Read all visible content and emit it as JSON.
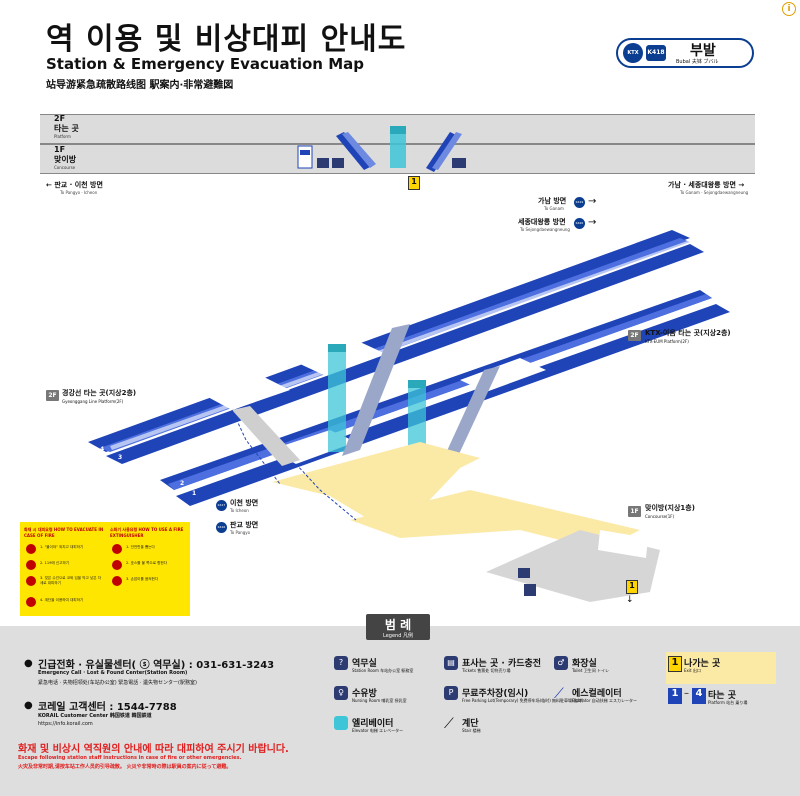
{
  "header": {
    "title_ko": "역 이용 및 비상대피 안내도",
    "title_en": "Station & Emergency Evacuation Map",
    "title_cn": "站导游紧急疏散路线图  駅案内·非常避難図",
    "info": "i"
  },
  "station": {
    "logo": "KTX",
    "code": "K418",
    "name": "부발",
    "sub": "Bubal  夫钵  ブバル"
  },
  "floors": {
    "f2_code": "2F",
    "f2_label": "타는 곳",
    "f2_sub": "Platform",
    "f1_code": "1F",
    "f1_label": "맞이방",
    "f1_sub": "Concourse"
  },
  "directions": {
    "left_label": "판교 · 이천 방면",
    "left_sub": "To Pangyo · Icheon",
    "right_label": "가남 · 세종대왕릉 방면",
    "right_sub": "To Ganam · Sejongdaewangneung",
    "ganam_label": "가남 방면",
    "ganam_sub": "To Ganam",
    "ganam_code": "K419",
    "sejong_label": "세종대왕릉 방면",
    "sejong_sub": "To Sejongdaewangneung",
    "sejong_code": "K420",
    "icheon_label": "이천 방면",
    "icheon_sub": "To Icheon",
    "icheon_code": "K417",
    "pangyo_label": "판교 방면",
    "pangyo_sub": "To Pangyo",
    "pangyo_code": "K416"
  },
  "platforms": {
    "ktx_code": "2F",
    "ktx_label": "KTX-이음 타는 곳(지상2층)",
    "ktx_sub": "KTX-EUM Platform(2F)",
    "gg_code": "2F",
    "gg_label": "경강선 타는 곳(지상2층)",
    "gg_sub": "Gyeonggang Line Platform(2F)",
    "conc_code": "1F",
    "conc_label": "맞이방(지상1층)",
    "conc_sub": "Concourse(1F)",
    "track_4": "4",
    "track_3": "3",
    "track_2": "2",
    "track_1": "1",
    "exit_1": "1"
  },
  "fire": {
    "left_head": "화재 시 대피요령  HOW TO EVACUATE IN CASE OF FIRE",
    "right_head": "소화기 사용요령  HOW TO USE A FIRE EXTINGUISHER",
    "steps_left": [
      "1. \"불이야\" 외치고 대피하기",
      "2. 119에 신고하기",
      "3. 젖은 수건으로 코와 입을 막고 낮은 자세로 대피하기",
      "4. 계단을 이용하여 대피하기"
    ],
    "steps_right": [
      "1. 안전핀을 뽑는다",
      "2. 호스를 불 쪽으로 향한다",
      "3. 손잡이를 움켜쥔다",
      "4. 빗자루로 쓸듯이 뿌린다"
    ]
  },
  "legend": {
    "title": "범 례",
    "title_en": "Legend  凡例",
    "contact1_ko": "긴급전화 · 유실물센터( ⓢ 역무실) : 031-631-3243",
    "contact1_en": "Emergency Call · Lost & Found Center(Station Room)",
    "contact1_cn": "紧急电话 · 失物招领处(车站办公室)  緊急電話 · 遺失物センター(駅務室)",
    "contact2_ko": "코레일 고객센터 : 1544-7788",
    "contact2_en": "KORAIL Customer Center  韩国铁道 韓国鉄道",
    "contact2_url": "https://info.korail.com",
    "warn_ko": "화재 및 비상시 역직원의 안내에 따라 대피하여 주시기 바랍니다.",
    "warn_en": "Escape following station staff instructions in case of fire or other emergencies.",
    "warn_cn": "火灾及非常时期,请按车站工作人员的引导疏散。  火災や非常時の際は駅員の案内に従って避難。",
    "items": {
      "station_room": "역무실",
      "station_room_sub": "Station Room  车站办公室  駅務室",
      "tickets": "표사는 곳 · 카드충전",
      "tickets_sub": "Tickets  售票处  切符売り場",
      "toilet": "화장실",
      "toilet_sub": "Toilet  卫生间  トイレ",
      "nursing": "수유방",
      "nursing_sub": "Nursing Room  哺乳室  授乳室",
      "parking": "무료주차장(임시)",
      "parking_sub": "Free Parking Lot(Temporary)  免费停车场(临时)  無料駐車場(臨時)",
      "escalator": "에스컬레이터",
      "escalator_sub": "Escalator  自动扶梯  エスカレーター",
      "elevator": "엘리베이터",
      "elevator_sub": "Elevator  电梯  エレベーター",
      "stairs": "계단",
      "stairs_sub": "Stair  楼梯",
      "exit": "나가는 곳",
      "exit_sub": "Exit  出口",
      "exit_num": "1",
      "platform": "타는 곳",
      "platform_sub": "Platform  站台  乗り場",
      "platform_from": "1",
      "platform_to": "4"
    }
  },
  "colors": {
    "track_blue": "#1f44b8",
    "elevator": "#3ec6d8",
    "concourse": "#fbe9a6",
    "exit_yellow": "#ffd400",
    "warn_red": "#e02020"
  }
}
